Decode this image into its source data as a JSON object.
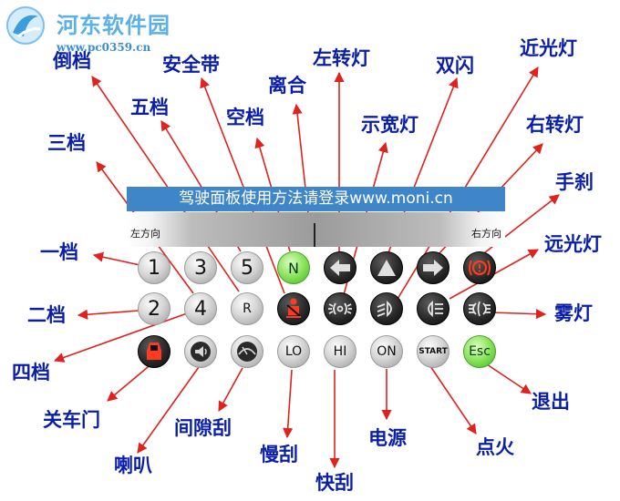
{
  "logo": {
    "name": "河东软件园",
    "url": "www.pc0359.cn"
  },
  "banner": {
    "text": "驾驶面板使用方法请登录www.moni.cn"
  },
  "wheel": {
    "left_label": "左方向",
    "right_label": "右方向"
  },
  "buttons": {
    "gear_1": "1",
    "gear_3": "3",
    "gear_5": "5",
    "neutral": "N",
    "gear_2": "2",
    "gear_4": "4",
    "reverse": "R",
    "lo": "LO",
    "hi": "HI",
    "on": "ON",
    "start": "START",
    "esc": "Esc"
  },
  "icons": {
    "turn_left": "turn-left-arrow-icon",
    "hazard": "hazard-triangle-icon",
    "turn_right": "turn-right-arrow-icon",
    "handbrake": "handbrake-icon",
    "seatbelt": "seatbelt-icon",
    "clearance": "clearance-lamp-icon",
    "low_beam": "low-beam-icon",
    "high_beam": "high-beam-icon",
    "fog": "fog-lamp-icon",
    "door": "car-door-icon",
    "horn": "horn-icon",
    "wiper": "wiper-icon"
  },
  "labels": {
    "reverse_gear": "倒档",
    "seatbelt": "安全带",
    "clutch": "离合",
    "left_turn": "左转灯",
    "hazard": "双闪",
    "low_beam": "近光灯",
    "fifth_gear": "五档",
    "neutral": "空档",
    "clearance": "示宽灯",
    "right_turn": "右转灯",
    "third_gear": "三档",
    "handbrake": "手刹",
    "first_gear": "一档",
    "high_beam": "远光灯",
    "second_gear": "二档",
    "fog": "雾灯",
    "fourth_gear": "四档",
    "close_door": "关车门",
    "gap_wipe": "间隙刮",
    "exit": "退出",
    "horn": "喇叭",
    "slow_wipe": "慢刮",
    "power": "电源",
    "ignition": "点火",
    "fast_wipe": "快刮"
  },
  "colors": {
    "arrow": "#e0211c",
    "label": "#0a1ea8",
    "banner": "#3f86c9",
    "green_button": "#8ae25c"
  }
}
